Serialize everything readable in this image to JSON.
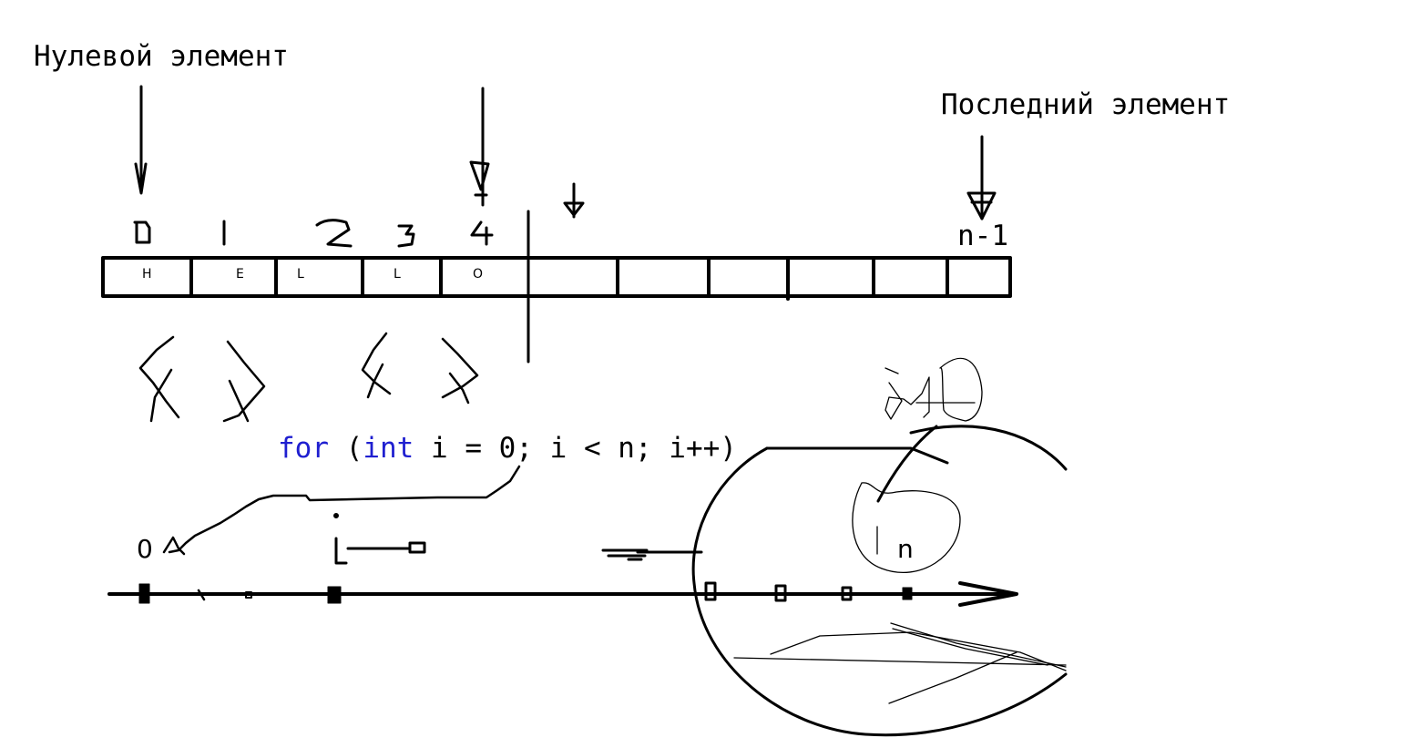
{
  "labels": {
    "zero_element": "Нулевой элемент",
    "last_element": "Последний элемент",
    "last_index": "n-1"
  },
  "array": {
    "cells": [
      "H",
      "E",
      "L",
      "L",
      "O",
      "",
      "",
      "",
      "",
      "",
      ""
    ]
  },
  "code": {
    "kw_for": "for",
    "paren_open": " (",
    "kw_int": "int",
    "rest": " i = 0; i < n; i++)"
  },
  "axis": {
    "start_label": "0",
    "end_label": "n"
  },
  "colors": {
    "ink": "#000000",
    "keyword": "#1f1fd0"
  }
}
